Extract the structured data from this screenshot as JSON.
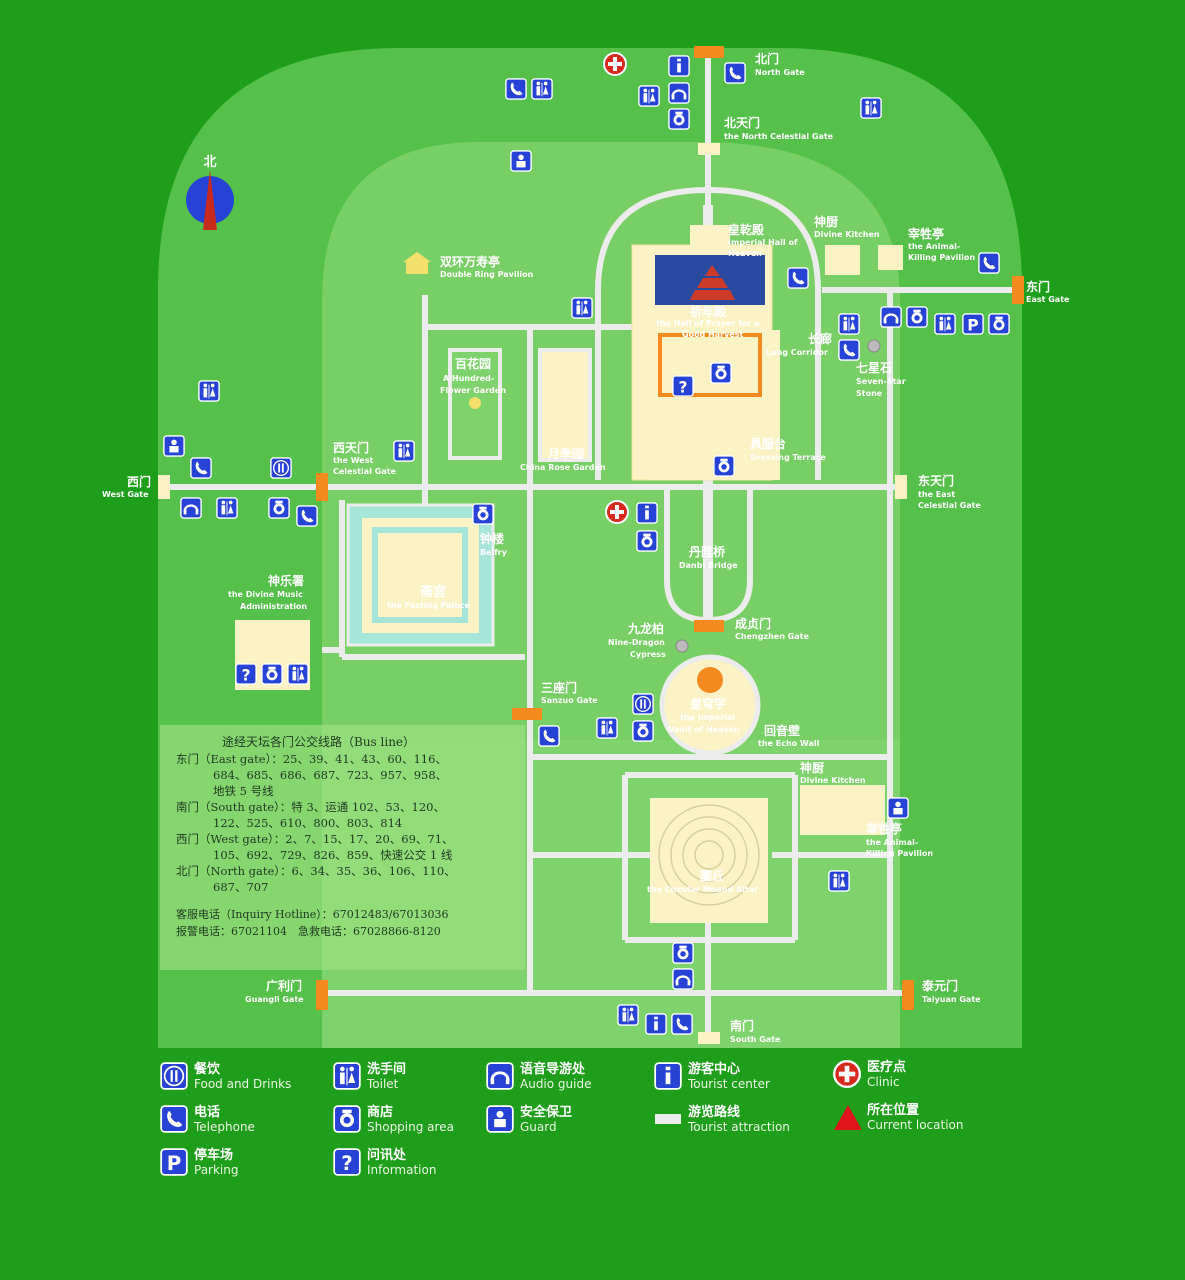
{
  "compass": {
    "north": "北"
  },
  "gates": {
    "north": {
      "cn": "北门",
      "en": "North Gate"
    },
    "north_celestial": {
      "cn": "北天门",
      "en": "the North Celestial Gate"
    },
    "east": {
      "cn": "东门",
      "en": "East Gate"
    },
    "west": {
      "cn": "西门",
      "en": "West Gate"
    },
    "west_celestial": {
      "cn": "西天门",
      "en1": "the West",
      "en2": "Celestial Gate"
    },
    "east_celestial": {
      "cn": "东天门",
      "en1": "the East",
      "en2": "Celestial Gate"
    },
    "south": {
      "cn": "南门",
      "en": "South Gate"
    },
    "guangli": {
      "cn": "广利门",
      "en": "Guangli Gate"
    },
    "taiyuan": {
      "cn": "泰元门",
      "en": "Taiyuan Gate"
    },
    "sanzuo": {
      "cn": "三座门",
      "en": "Sanzuo Gate"
    },
    "chengzhen": {
      "cn": "成贞门",
      "en": "Chengzhen Gate"
    }
  },
  "places": {
    "imperial_hall": {
      "cn": "皇乾殿",
      "en1": "Imperial Hall of",
      "en2": "Heaven"
    },
    "divine_kitchen_n": {
      "cn": "神厨",
      "en": "Divine Kitchen"
    },
    "animal_killing_n": {
      "cn": "宰牲亭",
      "en1": "the Animal-",
      "en2": "Killing Pavilion"
    },
    "double_ring": {
      "cn": "双环万寿亭",
      "en": "Double Ring Pavilion"
    },
    "prayer_hall": {
      "cn": "祈年殿",
      "en1": "the Hall of Prayer for a",
      "en2": "Good Harvest"
    },
    "long_corridor": {
      "cn": "长廊",
      "en": "Long Corridor"
    },
    "seven_star": {
      "cn": "七星石",
      "en1": "Seven-Star",
      "en2": "Stone"
    },
    "hundred_flower": {
      "cn": "百花园",
      "en1": "A Hundred-",
      "en2": "Flower Garden"
    },
    "china_rose": {
      "cn": "月季园",
      "en": "China Rose Garden"
    },
    "dressing": {
      "cn": "具服台",
      "en": "Dressing Terrace"
    },
    "belfry": {
      "cn": "钟楼",
      "en": "Belfry"
    },
    "fasting_palace": {
      "cn": "斋宫",
      "en": "the Fasting Palace"
    },
    "divine_music": {
      "cn": "神乐署",
      "en1": "the Divine Music",
      "en2": "Administration"
    },
    "danbi": {
      "cn": "丹陛桥",
      "en": "Danbi Bridge"
    },
    "nine_dragon": {
      "cn": "九龙柏",
      "en1": "Nine-Dragon",
      "en2": "Cypress"
    },
    "vault": {
      "cn": "皇穹宇",
      "en1": "the Imperial",
      "en2": "Vault of Heaven"
    },
    "echo_wall": {
      "cn": "回音壁",
      "en": "the Echo Wall"
    },
    "divine_kitchen_s": {
      "cn": "神厨",
      "en": "Divine Kitchen"
    },
    "animal_killing_s": {
      "cn": "宰牲亭",
      "en1": "the Animal-",
      "en2": "Killing Pavilion"
    },
    "circular_mound": {
      "cn": "圜丘",
      "en": "the Circular Mound Altar"
    }
  },
  "bus_info": {
    "title": "途经天坛各门公交线路（Bus line）",
    "lines": [
      "东门（East gate）：25、39、41、43、60、116、",
      "684、685、686、687、723、957、958、",
      "地铁 5 号线",
      "南门（South gate）：特 3、运通 102、53、120、",
      "122、525、610、800、803、814",
      "西门（West gate）：2、7、15、17、20、69、71、",
      "105、692、729、826、859、快速公交 1 线",
      "北门（North gate）：6、34、35、36、106、110、",
      "687、707"
    ],
    "hotline": "客服电话（Inquiry Hotline）：67012483/67013036",
    "alarm": "报警电话：67021104　急救电话：67028866-8120"
  },
  "legend": [
    {
      "icon": "food-drinks-icon",
      "cn": "餐饮",
      "en": "Food and Drinks"
    },
    {
      "icon": "toilet-icon",
      "cn": "洗手间",
      "en": "Toilet"
    },
    {
      "icon": "audio-guide-icon",
      "cn": "语音导游处",
      "en": "Audio guide"
    },
    {
      "icon": "tourist-center-icon",
      "cn": "游客中心",
      "en": "Tourist center"
    },
    {
      "icon": "clinic-icon",
      "cn": "医疗点",
      "en": "Clinic"
    },
    {
      "icon": "telephone-icon",
      "cn": "电话",
      "en": "Telephone"
    },
    {
      "icon": "shopping-icon",
      "cn": "商店",
      "en": "Shopping area"
    },
    {
      "icon": "guard-icon",
      "cn": "安全保卫",
      "en": "Guard"
    },
    {
      "icon": "tourist-route-icon",
      "cn": "游览路线",
      "en": "Tourist attraction"
    },
    {
      "icon": "current-location-icon",
      "cn": "所在位置",
      "en": "Current location"
    },
    {
      "icon": "parking-icon",
      "cn": "停车场",
      "en": "Parking"
    },
    {
      "icon": "information-icon",
      "cn": "问讯处",
      "en": "Information"
    }
  ],
  "colors": {
    "background": "#1e9e1a",
    "outer_park": "#55c04a",
    "inner_park": "#7fd36d",
    "road": "#ececec",
    "gate": "#f58a1f",
    "building": "#fbf3c5",
    "icon_blue": "#2743d6",
    "clinic_red": "#d62a1e"
  }
}
